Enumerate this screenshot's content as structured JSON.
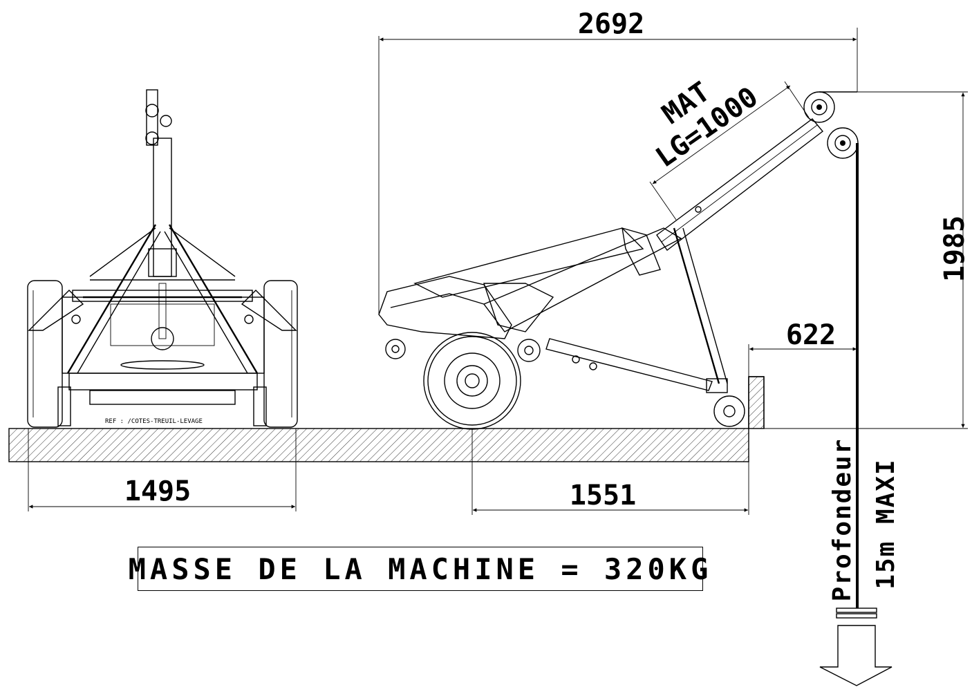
{
  "dimensions": {
    "total_length": "2692",
    "mast_label_line1": "MAT",
    "mast_label_line2": "LG=1000",
    "height": "1985",
    "overhang": "622",
    "track_width": "1495",
    "wheel_to_edge": "1551"
  },
  "reference": "REF : /COTES-TREUIL-LEVAGE",
  "depth_label_line1": "Profondeur",
  "depth_label_line2": "15m MAXI",
  "mass_label": "MASSE DE LA MACHINE = 320KG"
}
